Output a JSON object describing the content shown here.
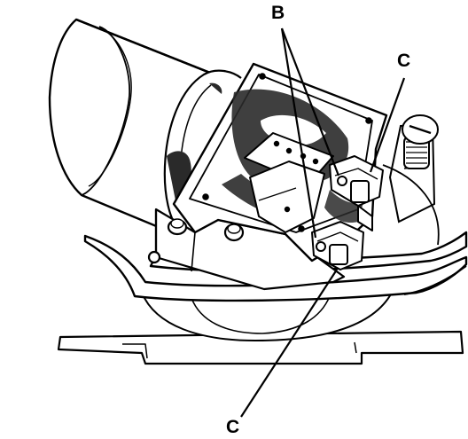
{
  "colors": {
    "ink": "#000000",
    "paper": "#ffffff",
    "stipple": "#2a2a2a"
  },
  "callouts": {
    "b": "B",
    "c_top": "C",
    "c_bottom": "C"
  }
}
